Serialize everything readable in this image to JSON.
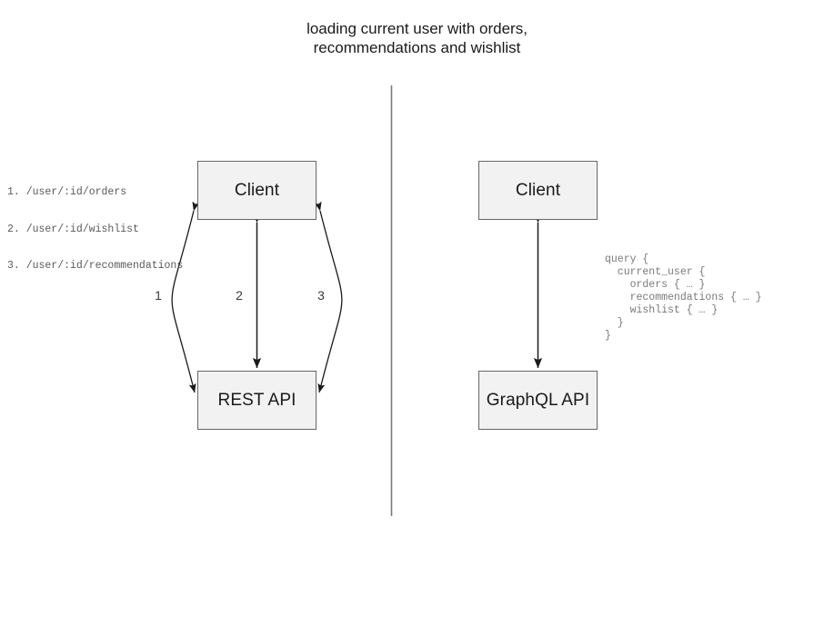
{
  "title": "loading current user with orders,\nrecommendations and wishlist",
  "divider": {
    "name": "vertical-divider",
    "color": "#7a7a7a"
  },
  "palette": {
    "box_fill": "#f2f2f2",
    "box_border": "#666666",
    "arrow": "#1a1a1a",
    "code_text": "#7a7a7a",
    "list_text": "#5a5a5a"
  },
  "left_panel": {
    "nodes": [
      {
        "id": "client-rest",
        "label": "Client"
      },
      {
        "id": "rest-api",
        "label": "REST API"
      }
    ],
    "edges": [
      {
        "id": "edge-1",
        "label": "1",
        "shape": "curve-left",
        "direction": "bidirectional"
      },
      {
        "id": "edge-2",
        "label": "2",
        "shape": "straight",
        "direction": "bidirectional"
      },
      {
        "id": "edge-3",
        "label": "3",
        "shape": "curve-right",
        "direction": "bidirectional"
      }
    ],
    "endpoints": [
      "1. /user/:id/orders",
      "2. /user/:id/wishlist",
      "3. /user/:id/recommendations"
    ]
  },
  "right_panel": {
    "nodes": [
      {
        "id": "client-graphql",
        "label": "Client"
      },
      {
        "id": "graphql-api",
        "label": "GraphQL API"
      }
    ],
    "edges": [
      {
        "id": "edge-graphql",
        "shape": "straight",
        "direction": "bidirectional"
      }
    ],
    "query": "query {\n  current_user {\n    orders { … }\n    recommendations { … }\n    wishlist { … }\n  }\n}"
  }
}
